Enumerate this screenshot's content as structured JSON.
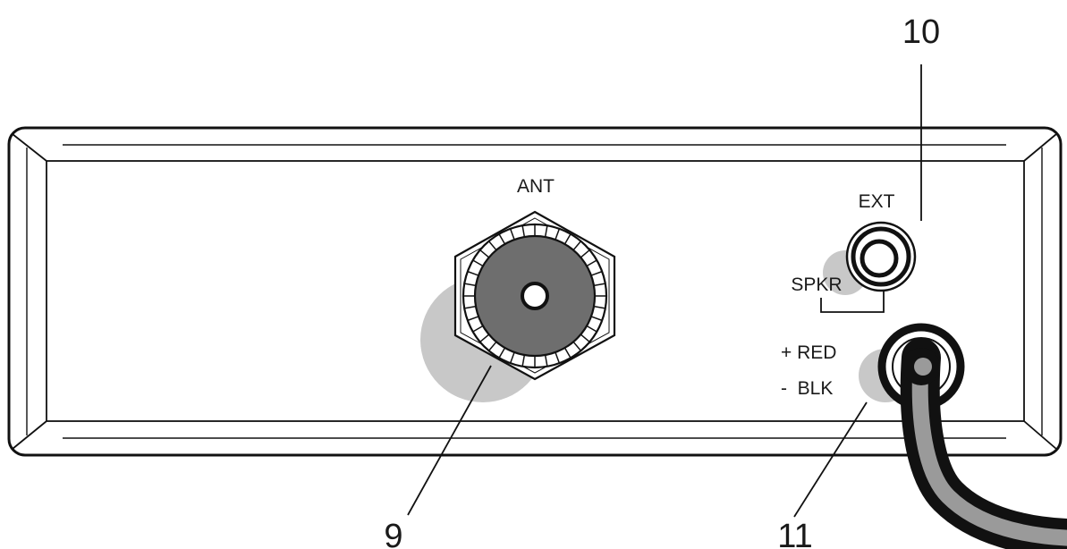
{
  "labels": {
    "ant": "ANT",
    "ext": "EXT",
    "spkr": "SPKR",
    "red": "+ RED",
    "blk": "-  BLK"
  },
  "callouts": {
    "antenna": "9",
    "speaker": "10",
    "power": "11"
  },
  "colors": {
    "outline": "#111111",
    "shadow": "#c8c8c8",
    "connector_center": "#6e6e6e",
    "cable_inner": "#9a9a9a"
  }
}
